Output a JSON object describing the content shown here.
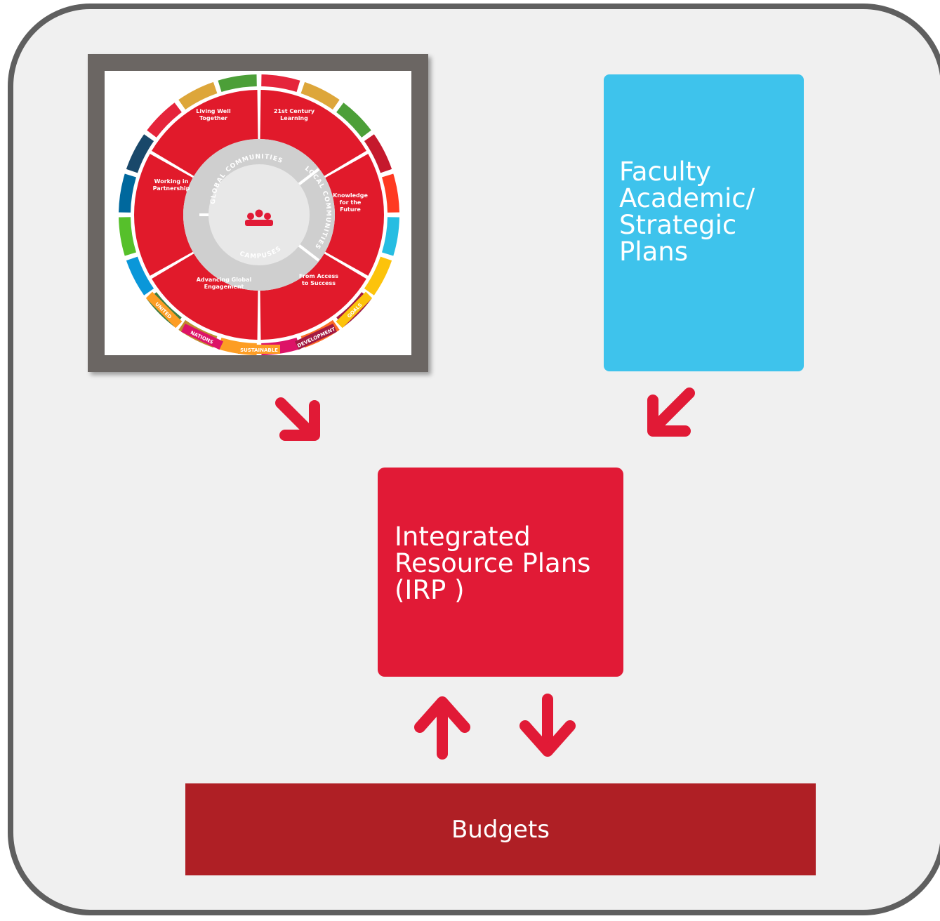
{
  "wheel_image": {
    "center_labels": {
      "global_communities": "GLOBAL COMMUNITIES",
      "local_communities": "LOCAL COMMUNITIES",
      "campuses": "CAMPUSES"
    },
    "segments": [
      {
        "line1": "21st Century",
        "line2": "Learning"
      },
      {
        "line1": "Knowledge",
        "line2": "for the",
        "line3": "Future"
      },
      {
        "line1": "From Access",
        "line2": "to Success"
      },
      {
        "line1": "Advancing Global",
        "line2": "Engagement"
      },
      {
        "line1": "Working in",
        "line2": "Partnership"
      },
      {
        "line1": "Living Well",
        "line2": "Together"
      }
    ],
    "sdg_banner": [
      "UNITED",
      "NATIONS",
      "SUSTAINABLE",
      "DEVELOPMENT",
      "GOALS"
    ]
  },
  "faculty_box": {
    "lines": [
      "Faculty",
      "Academic/",
      "Strategic",
      "Plans"
    ],
    "color": "#3ec3ec"
  },
  "irp_box": {
    "lines": [
      "Integrated",
      "Resource Plans",
      "(IRP )"
    ],
    "color": "#e11a36"
  },
  "budget_bar": {
    "label": "Budgets",
    "color": "#af1f25"
  },
  "arrow_color": "#e11a36"
}
